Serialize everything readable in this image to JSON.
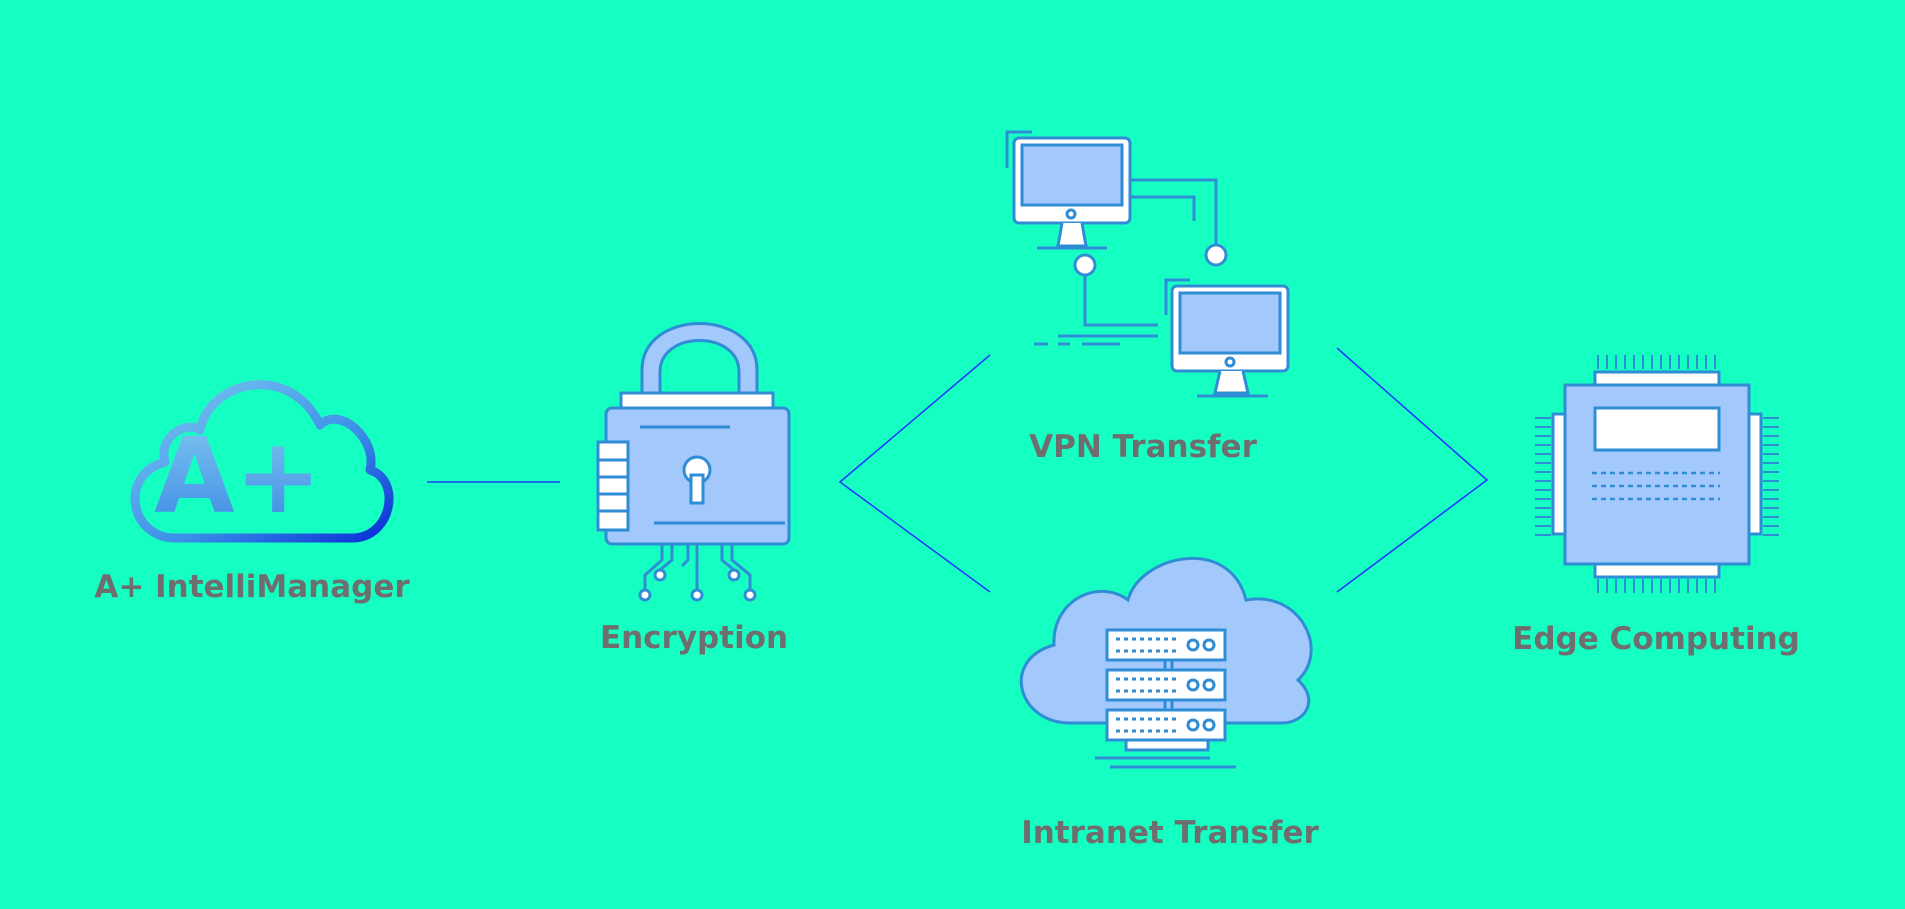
{
  "colors": {
    "background": "#16FFC3",
    "connector": "#1F3BFF",
    "icon_fill": "#A3C8FB",
    "icon_stroke": "#2F8DD6",
    "label_text": "#6E6E6E"
  },
  "nodes": {
    "cloud": {
      "label": "A+ IntelliManager",
      "icon": "cloud-aplus-icon"
    },
    "encryption": {
      "label": "Encryption",
      "icon": "padlock-circuit-icon"
    },
    "vpn": {
      "label": "VPN Transfer",
      "icon": "networked-computers-icon"
    },
    "intranet": {
      "label": "Intranet Transfer",
      "icon": "cloud-server-icon"
    },
    "edge": {
      "label": "Edge Computing",
      "icon": "cpu-chip-icon"
    }
  },
  "logo_text": "A+"
}
